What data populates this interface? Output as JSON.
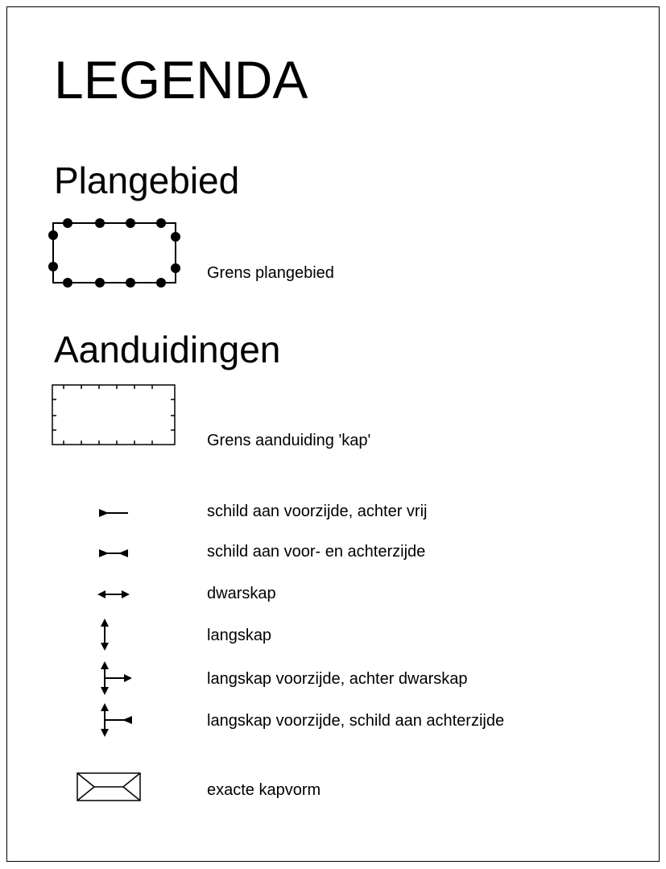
{
  "legend": {
    "title": "LEGENDA",
    "sections": [
      {
        "heading": "Plangebied",
        "items": [
          {
            "symbol": "dotted-rectangle-icon",
            "label": "Grens plangebied"
          }
        ]
      },
      {
        "heading": "Aanduidingen",
        "items": [
          {
            "symbol": "ticked-rectangle-icon",
            "label": "Grens aanduiding 'kap'"
          },
          {
            "symbol": "schild-voorzijde-icon",
            "label": "schild aan voorzijde, achter vrij"
          },
          {
            "symbol": "schild-voor-achter-icon",
            "label": "schild aan voor- en achterzijde"
          },
          {
            "symbol": "dwarskap-icon",
            "label": "dwarskap"
          },
          {
            "symbol": "langskap-icon",
            "label": "langskap"
          },
          {
            "symbol": "langskap-dwarskap-icon",
            "label": "langskap voorzijde, achter dwarskap"
          },
          {
            "symbol": "langskap-schild-icon",
            "label": "langskap voorzijde, schild aan achterzijde"
          },
          {
            "symbol": "exacte-kapvorm-icon",
            "label": "exacte kapvorm"
          }
        ]
      }
    ]
  }
}
